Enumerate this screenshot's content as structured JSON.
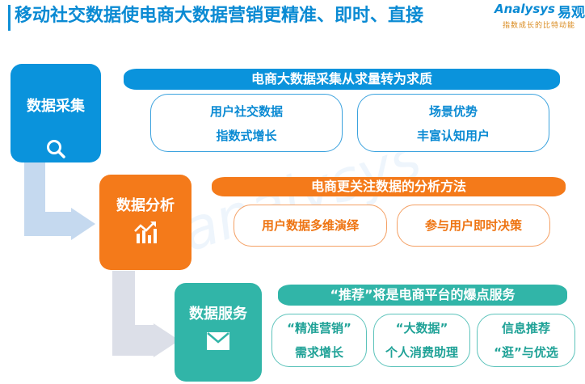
{
  "header": {
    "title": "移动社交数据使电商大数据营销更精准、即时、直接",
    "logo_brand": "Analysys",
    "logo_cn": "易观",
    "logo_tagline": "指数成长的比特动能"
  },
  "watermark": "analysys",
  "colors": {
    "blue": "#0a93dc",
    "orange": "#f47a1a",
    "teal": "#31b5a8",
    "arrow1": "#c5d9ef",
    "arrow2": "#dcdfe8"
  },
  "steps": [
    {
      "label": "数据采集",
      "icon": "search-icon",
      "banner": "电商大数据采集从求量转为求质",
      "cards": [
        {
          "lines": [
            "用户社交数据",
            "指数式增长"
          ]
        },
        {
          "lines": [
            "场景优势",
            "丰富认知用户"
          ]
        }
      ]
    },
    {
      "label": "数据分析",
      "icon": "growth-chart-icon",
      "banner": "电商更关注数据的分析方法",
      "cards": [
        {
          "lines": [
            "用户数据多维演绎"
          ]
        },
        {
          "lines": [
            "参与用户即时决策"
          ]
        }
      ]
    },
    {
      "label": "数据服务",
      "icon": "envelope-icon",
      "banner": "“推荐”将是电商平台的爆点服务",
      "cards": [
        {
          "lines": [
            "“精准营销”",
            "需求增长"
          ]
        },
        {
          "lines": [
            "“大数据”",
            "个人消费助理"
          ]
        },
        {
          "lines": [
            "信息推荐",
            "“逛”与优选"
          ]
        }
      ]
    }
  ]
}
